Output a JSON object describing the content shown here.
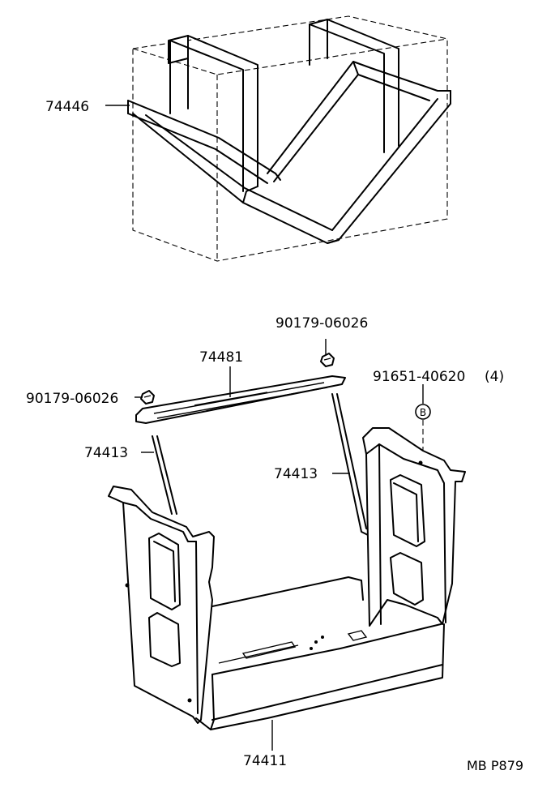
{
  "labels": {
    "hold_down_clamp": "74446",
    "upper_nut": "90179-06026",
    "left_nut": "90179-06026",
    "clamp": "74481",
    "rod_left": "74413",
    "rod_right": "74413",
    "bolt": "91651-40620",
    "bolt_qty": "(4)",
    "bolt_ref": "B",
    "tray": "74411",
    "drawing_code": "MB P879"
  }
}
